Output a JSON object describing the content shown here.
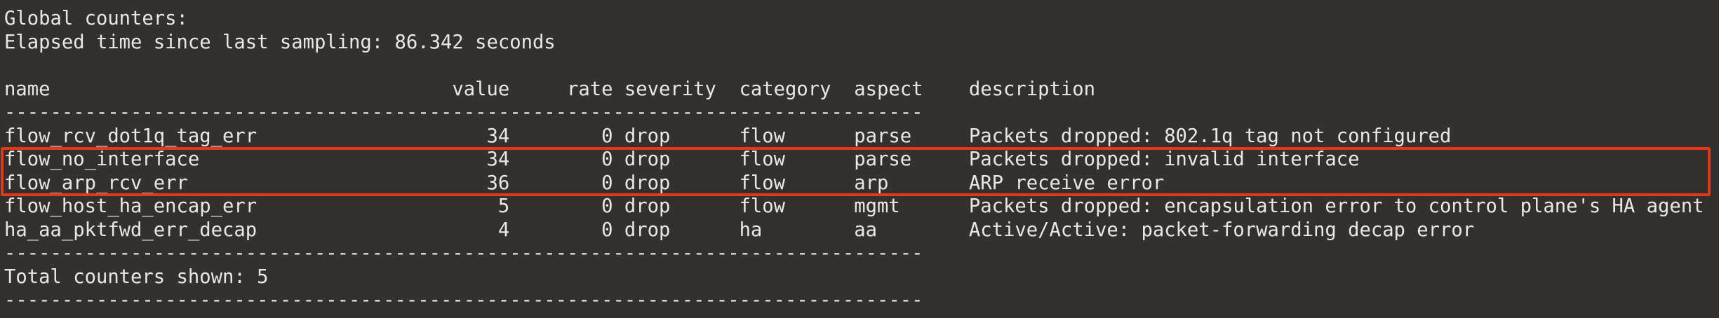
{
  "colors": {
    "background": "#33312f",
    "text": "#eae8e5",
    "highlight_border": "#e03a1d"
  },
  "terminal": {
    "global_counters_label": "Global counters:",
    "elapsed_label": "Elapsed time since last sampling: 86.342 seconds",
    "separator": "--------------------------------------------------------------------------------",
    "total_label": "Total counters shown: 5"
  },
  "table": {
    "columns": [
      {
        "label": "name",
        "width": 39,
        "align": "left"
      },
      {
        "label": "value",
        "width": 5,
        "align": "right"
      },
      {
        "label": "rate",
        "width": 9,
        "align": "right"
      },
      {
        "label": "severity",
        "width": 10,
        "align": "left",
        "prefix": " "
      },
      {
        "label": "category",
        "width": 10,
        "align": "left"
      },
      {
        "label": "aspect",
        "width": 10,
        "align": "left"
      },
      {
        "label": "description",
        "width": 0,
        "align": "left"
      }
    ],
    "rows": [
      {
        "name": "flow_rcv_dot1q_tag_err",
        "value": "34",
        "rate": "0",
        "severity": "drop",
        "category": "flow",
        "aspect": "parse",
        "description": "Packets dropped: 802.1q tag not configured"
      },
      {
        "name": "flow_no_interface",
        "value": "34",
        "rate": "0",
        "severity": "drop",
        "category": "flow",
        "aspect": "parse",
        "description": "Packets dropped: invalid interface"
      },
      {
        "name": "flow_arp_rcv_err",
        "value": "36",
        "rate": "0",
        "severity": "drop",
        "category": "flow",
        "aspect": "arp",
        "description": "ARP receive error"
      },
      {
        "name": "flow_host_ha_encap_err",
        "value": "5",
        "rate": "0",
        "severity": "drop",
        "category": "flow",
        "aspect": "mgmt",
        "description": "Packets dropped: encapsulation error to control plane's HA agent"
      },
      {
        "name": "ha_aa_pktfwd_err_decap",
        "value": "4",
        "rate": "0",
        "severity": "drop",
        "category": "ha",
        "aspect": "aa",
        "description": "Active/Active: packet-forwarding decap error"
      }
    ]
  },
  "highlight": {
    "row_names": [
      "flow_no_interface",
      "flow_arp_rcv_err"
    ]
  }
}
